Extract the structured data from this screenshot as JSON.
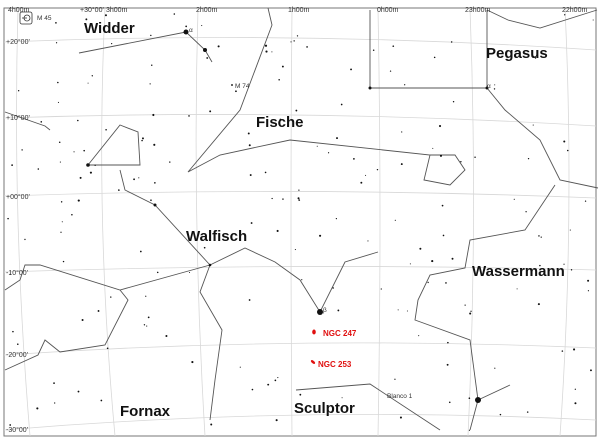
{
  "ra_labels": [
    "4h00m",
    "3h00m",
    "2h00m",
    "1h00m",
    "0h00m",
    "23h00m",
    "22h00m"
  ],
  "dec_labels": [
    "+30°00'",
    "+20°00'",
    "+10°00'",
    "+00°00'",
    "-10°00'",
    "-20°00'",
    "-30°00'"
  ],
  "constellations": [
    "Widder",
    "Pegasus",
    "Fische",
    "Walfisch",
    "Wassermann",
    "Sculptor",
    "Fornax"
  ],
  "objects": {
    "ngc247": "NGC 247",
    "ngc253": "NGC 253",
    "m74": "M 74",
    "blanco1": "Blanco 1"
  },
  "legend": {
    "icon": "open-cluster-icon",
    "label": "M 45"
  },
  "greek": {
    "alpha": "α",
    "beta": "β"
  },
  "colors": {
    "dso": "#e01010",
    "lines": "#555555",
    "grid": "#d8d8d8"
  }
}
